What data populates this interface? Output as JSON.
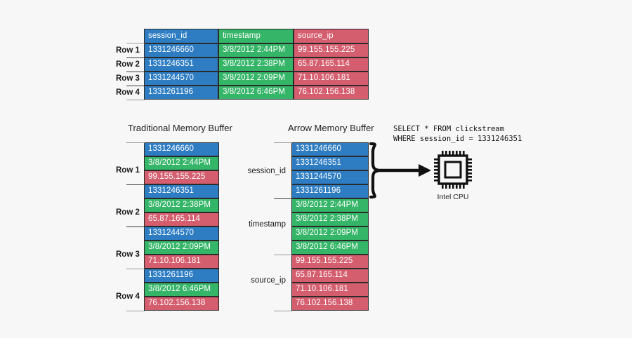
{
  "background_color": "#f7f7f7",
  "colors": {
    "session_id": "#2e7dc3",
    "timestamp": "#34b567",
    "source_ip": "#d45d6e",
    "border": "#2b2b2b",
    "text_dark": "#1a1a1a"
  },
  "table": {
    "headers": [
      "session_id",
      "timestamp",
      "source_ip"
    ],
    "row_labels": [
      "Row 1",
      "Row 2",
      "Row 3",
      "Row 4"
    ],
    "rows": [
      [
        "1331246660",
        "3/8/2012  2:44PM",
        "99.155.155.225"
      ],
      [
        "1331246351",
        "3/8/2012  2:38PM",
        "65.87.165.114"
      ],
      [
        "1331244570",
        "3/8/2012  2:09PM",
        "71.10.106.181"
      ],
      [
        "1331261196",
        "3/8/2012  6:46PM",
        "76.102.156.138"
      ]
    ]
  },
  "traditional_buffer": {
    "title": "Traditional Memory Buffer",
    "row_labels": [
      "Row 1",
      "Row 2",
      "Row 3",
      "Row 4"
    ],
    "cells": [
      "1331246660",
      "3/8/2012  2:44PM",
      "99.155.155.225",
      "1331246351",
      "3/8/2012  2:38PM",
      "65.87.165.114",
      "1331244570",
      "3/8/2012  2:09PM",
      "71.10.106.181",
      "1331261196",
      "3/8/2012  6:46PM",
      "76.102.156.138"
    ]
  },
  "arrow_buffer": {
    "title": "Arrow Memory Buffer",
    "column_labels": [
      "session_id",
      "timestamp",
      "source_ip"
    ],
    "cells": [
      "1331246660",
      "1331246351",
      "1331244570",
      "1331261196",
      "3/8/2012  2:44PM",
      "3/8/2012  2:38PM",
      "3/8/2012  2:09PM",
      "3/8/2012  6:46PM",
      "99.155.155.225",
      "65.87.165.114",
      "71.10.106.181",
      "76.102.156.138"
    ]
  },
  "query": {
    "line1": "SELECT * FROM clickstream",
    "line2": "WHERE session_id = 1331246351"
  },
  "cpu": {
    "caption": "Intel CPU",
    "icon": "cpu-chip-icon"
  },
  "annotations": {
    "brace": "curly-brace-session-id",
    "arrow": "arrow-to-cpu"
  }
}
